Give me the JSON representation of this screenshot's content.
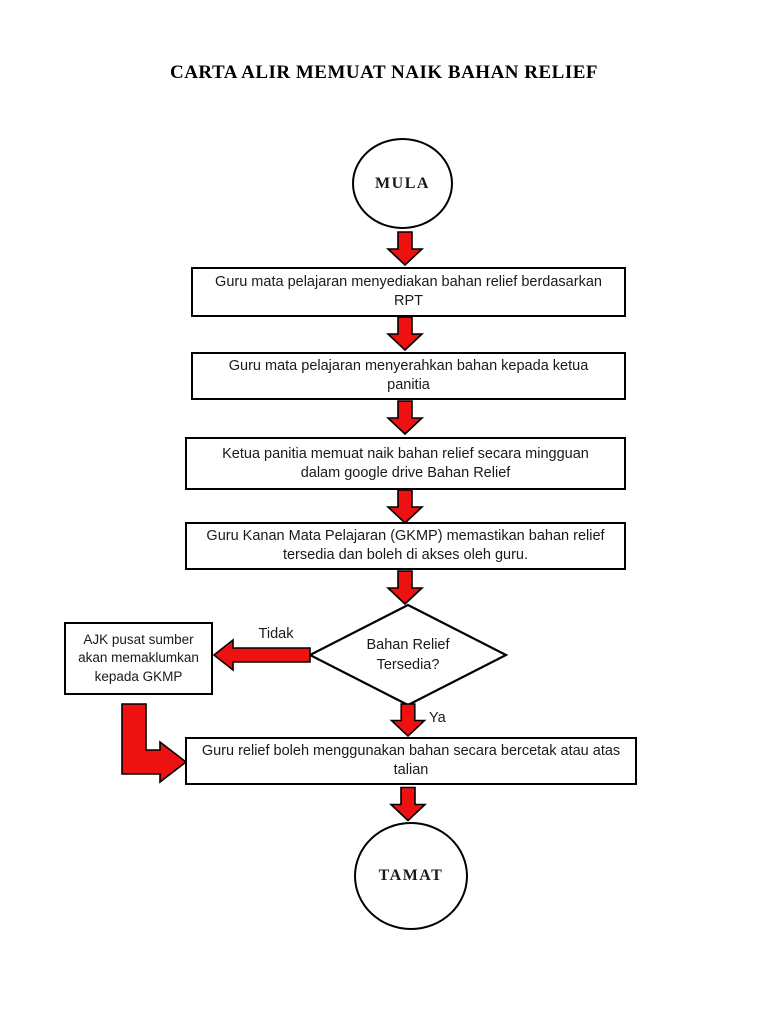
{
  "title": "CARTA ALIR MEMUAT NAIK BAHAN RELIEF",
  "colors": {
    "arrow_red": "#EE1111",
    "arrow_outline": "#000000",
    "shape_border": "#000000",
    "page_background": "#FFFFFF",
    "text": "#1A1A1A"
  },
  "flowchart": {
    "start_label": "MULA",
    "steps": [
      {
        "label": "Guru mata pelajaran menyediakan bahan relief berdasarkan RPT"
      },
      {
        "label": "Guru mata pelajaran menyerahkan bahan kepada ketua panitia"
      },
      {
        "label": "Ketua panitia memuat naik bahan relief secara mingguan dalam google drive Bahan Relief"
      },
      {
        "label": "Guru Kanan Mata Pelajaran (GKMP) memastikan bahan relief tersedia dan boleh di akses oleh guru."
      }
    ],
    "decision_label": "Bahan Relief Tersedia?",
    "no_label": "Tidak",
    "no_action_label": "AJK pusat sumber akan memaklumkan kepada GKMP",
    "yes_label": "Ya",
    "yes_action_label": "Guru relief boleh menggunakan bahan secara bercetak atau atas talian",
    "end_label": "TAMAT"
  }
}
